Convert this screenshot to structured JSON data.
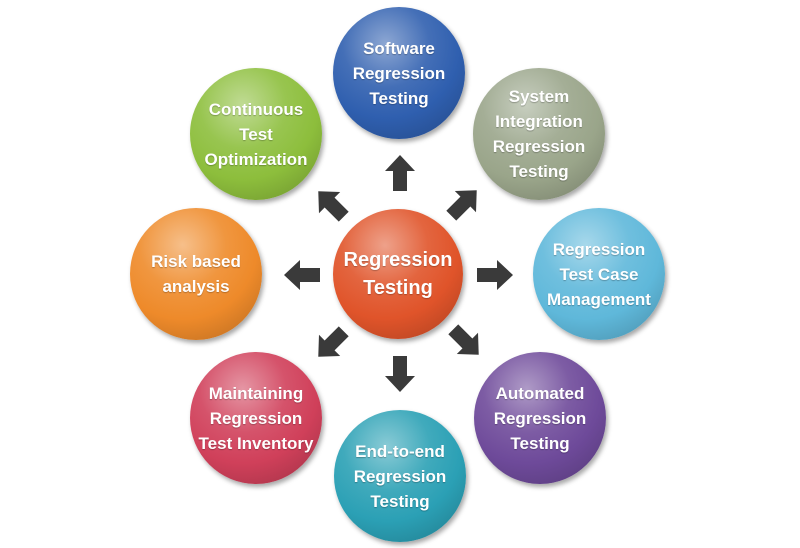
{
  "center": {
    "label": "Regression\nTesting",
    "color": "#E0542A"
  },
  "nodes": [
    {
      "id": "software-regression-testing",
      "label": "Software\nRegression\nTesting",
      "color": "#2F5FAF"
    },
    {
      "id": "system-integration-regression-testing",
      "label": "System\nIntegration\nRegression\nTesting",
      "color": "#9AA58A"
    },
    {
      "id": "regression-test-case-management",
      "label": "Regression\nTest Case\nManagement",
      "color": "#5FB8DA"
    },
    {
      "id": "automated-regression-testing",
      "label": "Automated\nRegression\nTesting",
      "color": "#6E4A9A"
    },
    {
      "id": "end-to-end-regression-testing",
      "label": "End-to-end\nRegression\nTesting",
      "color": "#2BA0B5"
    },
    {
      "id": "maintaining-regression-test-inventory",
      "label": "Maintaining\nRegression\nTest Inventory",
      "color": "#D0405A"
    },
    {
      "id": "risk-based-analysis",
      "label": "Risk based\nanalysis",
      "color": "#EE8A2A"
    },
    {
      "id": "continuous-test-optimization",
      "label": "Continuous\nTest\nOptimization",
      "color": "#8DBE3C"
    }
  ],
  "arrow_color": "#3A3A3A"
}
